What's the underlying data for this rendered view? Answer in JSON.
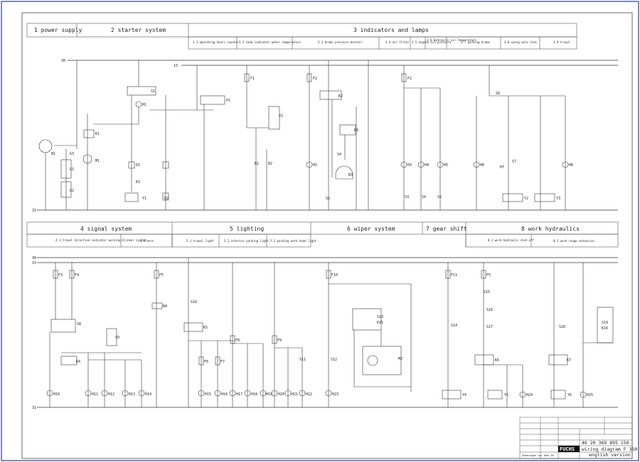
{
  "sections_top": [
    {
      "label": "1 power supply"
    },
    {
      "label": "2 starter system"
    },
    {
      "label": "3 indicators and lamps"
    }
  ],
  "subsections_top": [
    {
      "label": "3.1 operating hours counter"
    },
    {
      "label": "3.2 tank indicator water temperature"
    },
    {
      "label": "3.3 brake pressure monitor"
    },
    {
      "label": "3.4 air filter"
    },
    {
      "label": "3.5 engine oil pressure"
    },
    {
      "label": "3.6 hydraulic oil temperature"
    },
    {
      "label": "3.7 parking brake"
    },
    {
      "label": "3.8 swing axle lock"
    },
    {
      "label": "3.9 travel"
    }
  ],
  "sections_bottom": [
    {
      "label": "4 signal system"
    },
    {
      "label": "5 lighting"
    },
    {
      "label": "6 wiper system"
    },
    {
      "label": "7 gear shift"
    },
    {
      "label": "8 work hydraulics"
    }
  ],
  "subsections_bottom": [
    {
      "label": "4.1 travel direction indicator warning blinker system"
    },
    {
      "label": "4.2 horn"
    },
    {
      "label": "5.1 travel light"
    },
    {
      "label": "5.2 interior parking light"
    },
    {
      "label": "5.3 parking work head light"
    },
    {
      "label": "8.1 work hydraulic shut-off"
    },
    {
      "label": "8.2 work range extension"
    }
  ],
  "rails": {
    "r30": "30",
    "r15": "15",
    "r31": "31"
  },
  "components_top": [
    {
      "id": "F1"
    },
    {
      "id": "F2"
    },
    {
      "id": "F2"
    },
    {
      "id": "S1"
    },
    {
      "id": "H1"
    },
    {
      "id": "K1"
    },
    {
      "id": "P1"
    },
    {
      "id": "P2"
    },
    {
      "id": "K2"
    },
    {
      "id": "K3"
    },
    {
      "id": "S4"
    },
    {
      "id": "B3"
    },
    {
      "id": "G1"
    },
    {
      "id": "G2"
    },
    {
      "id": "G3"
    },
    {
      "id": "M1"
    },
    {
      "id": "N1"
    },
    {
      "id": "R1"
    },
    {
      "id": "R2"
    },
    {
      "id": "B1"
    },
    {
      "id": "B2"
    },
    {
      "id": "Y1"
    },
    {
      "id": "H2"
    },
    {
      "id": "H3"
    },
    {
      "id": "H4"
    },
    {
      "id": "H5"
    },
    {
      "id": "H6"
    },
    {
      "id": "H8"
    },
    {
      "id": "S2"
    },
    {
      "id": "S3"
    },
    {
      "id": "S4"
    },
    {
      "id": "S5"
    },
    {
      "id": "S6"
    },
    {
      "id": "S7"
    },
    {
      "id": "H7"
    },
    {
      "id": "Y2"
    },
    {
      "id": "Y3"
    },
    {
      "id": "R3"
    }
  ],
  "components_bottom": [
    {
      "id": "F3"
    },
    {
      "id": "F4"
    },
    {
      "id": "F5"
    },
    {
      "id": "F10"
    },
    {
      "id": "F11"
    },
    {
      "id": "F5"
    },
    {
      "id": "S8"
    },
    {
      "id": "S9"
    },
    {
      "id": "K4"
    },
    {
      "id": "B4"
    },
    {
      "id": "S10"
    },
    {
      "id": "K5"
    },
    {
      "id": "F6"
    },
    {
      "id": "F7"
    },
    {
      "id": "F8"
    },
    {
      "id": "F9"
    },
    {
      "id": "S11"
    },
    {
      "id": "S12"
    },
    {
      "id": "S13"
    },
    {
      "id": "K15"
    },
    {
      "id": "M2"
    },
    {
      "id": "S14"
    },
    {
      "id": "S15"
    },
    {
      "id": "S16"
    },
    {
      "id": "S17"
    },
    {
      "id": "K6"
    },
    {
      "id": "S18"
    },
    {
      "id": "S19"
    },
    {
      "id": "K16"
    },
    {
      "id": "K7"
    },
    {
      "id": "Y4"
    },
    {
      "id": "Y5"
    },
    {
      "id": "Y6"
    },
    {
      "id": "H10"
    },
    {
      "id": "H11"
    },
    {
      "id": "H12"
    },
    {
      "id": "H13"
    },
    {
      "id": "H14"
    },
    {
      "id": "H15"
    },
    {
      "id": "H16"
    },
    {
      "id": "H17"
    },
    {
      "id": "H18"
    },
    {
      "id": "H19"
    },
    {
      "id": "H20"
    },
    {
      "id": "H21"
    },
    {
      "id": "H22"
    },
    {
      "id": "H23"
    },
    {
      "id": "H24"
    },
    {
      "id": "H25"
    }
  ],
  "title_block": {
    "drawing_no": "46 20 369 895 150",
    "title": "wiring diagram F 350",
    "subtitle": "english version",
    "brand": "FUCHS",
    "note": "Änderungen nur über DX"
  }
}
